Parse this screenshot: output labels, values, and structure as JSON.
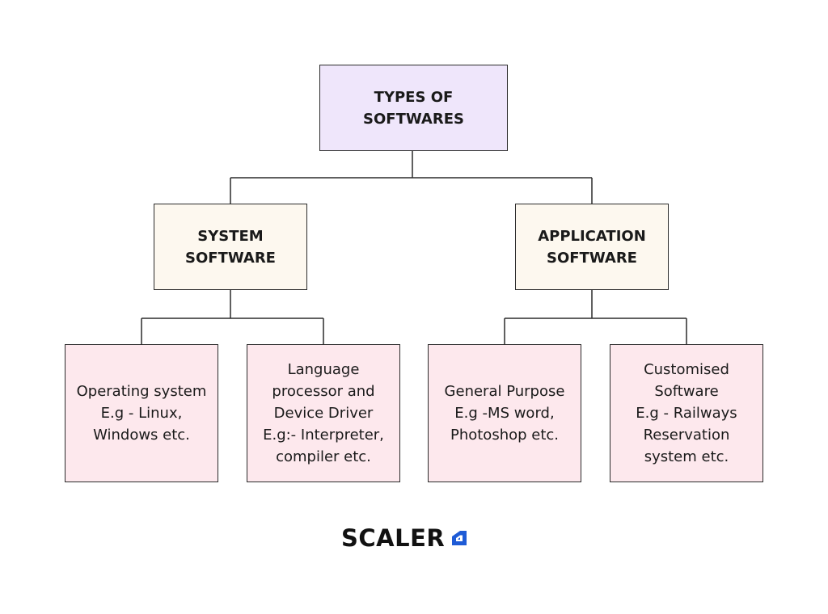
{
  "diagram": {
    "root": {
      "label": "TYPES OF\nSOFTWARES"
    },
    "system": {
      "label": "SYSTEM\nSOFTWARE"
    },
    "application": {
      "label": "APPLICATION\nSOFTWARE"
    },
    "leaves": [
      {
        "label": "Operating system\nE.g - Linux,\nWindows etc."
      },
      {
        "label": "Language\nprocessor and\nDevice Driver\nE.g:- Interpreter,\ncompiler etc."
      },
      {
        "label": "General Purpose\nE.g -MS word,\nPhotoshop etc."
      },
      {
        "label": "Customised\nSoftware\nE.g - Railways\nReservation\nsystem etc."
      }
    ],
    "colors": {
      "root_fill": "#efe6fb",
      "mid_fill": "#fdf8ef",
      "leaf_fill": "#fde8ed",
      "border": "#2b2b2b",
      "logo_accent": "#1e5bd6"
    }
  },
  "brand": {
    "name": "SCALER",
    "icon": "scaler-logo-icon"
  }
}
